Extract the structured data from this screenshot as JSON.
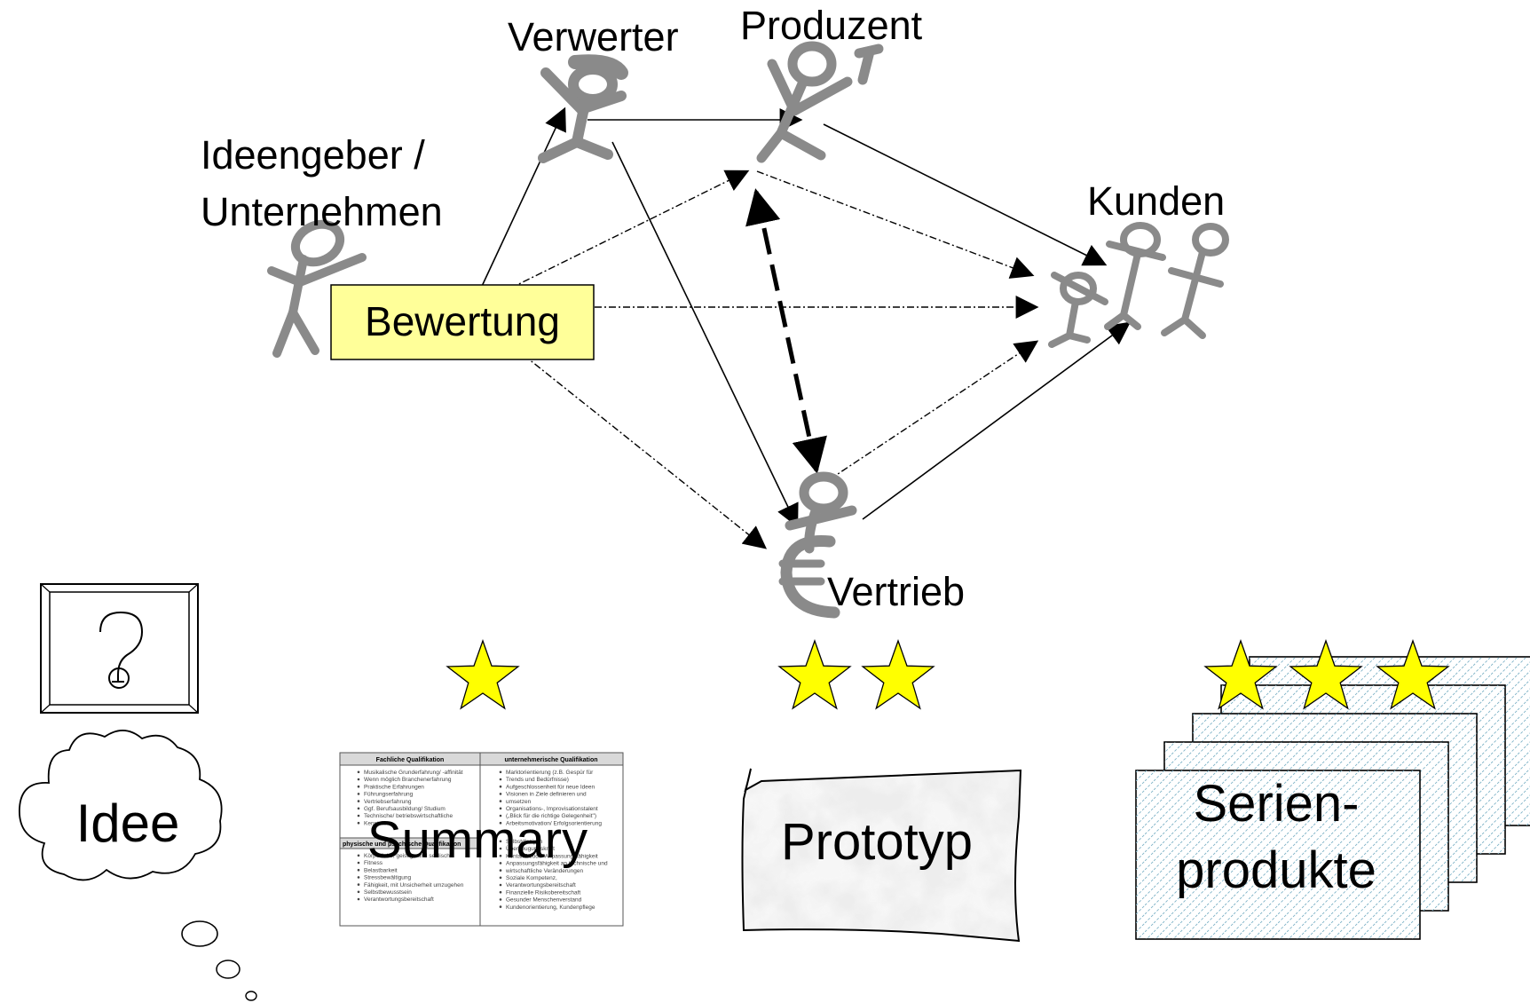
{
  "actors": {
    "ideengeber_line1": "Ideengeber /",
    "ideengeber_line2": "Unternehmen",
    "verwerter": "Verwerter",
    "produzent": "Produzent",
    "kunden": "Kunden",
    "vertrieb": "Vertrieb"
  },
  "center_box": {
    "label": "Bewertung",
    "color": "#ffff99"
  },
  "stages": [
    {
      "label": "Idee",
      "stars": 0
    },
    {
      "label": "Summary",
      "stars": 1
    },
    {
      "label": "Prototyp",
      "stars": 2
    },
    {
      "label_line1": "Serien-",
      "label_line2": "produkte",
      "stars": 3
    }
  ],
  "star_color": "#ffff00",
  "summary_doc": {
    "col1_header": "Fachliche Qualifikation",
    "col2_header": "unternehmerische Qualifikation",
    "col1_items": [
      "Musikalische Grunderfahrung/ -affinität",
      "Wenn möglich Branchenerfahrung",
      "Praktische Erfahrungen",
      "Führungserfahrung",
      "Vertriebserfahrung",
      "Ggf. Berufsausbildung/ Studium",
      "Technische/ betriebswirtschaftliche",
      "Kenntnisse"
    ],
    "col2_items": [
      "Marktorientierung (z.B. Gespür für",
      "Trends und Bedürfnisse)",
      "Aufgeschlossenheit für neue Ideen",
      "Visionen in Ziele definieren und",
      "umsetzen",
      "Organisations-, Improvisationstalent",
      "(„Blick für die richtige Gelegenheit\")",
      "Arbeitsmotivation/ Erfolgsorientierung"
    ],
    "col1_header2": "physische und psychische Qualifikation",
    "col1_items2": [
      "Körperliche, geistige und seelische",
      "Fitness",
      "Belastbarkeit",
      "Stressbewältigung",
      "Fähigkeit, mit Unsicherheit umzugehen",
      "Selbstbewusstsein",
      "Verantwortungsbereitschaft"
    ],
    "col2_items2": [
      "Selbstdisziplin",
      "Überzeugungskraft",
      "Kontaktfreude/ Anpassungsfähigkeit",
      "Anpassungsfähigkeit an technische und",
      "wirtschaftliche Veränderungen",
      "Soziale Kompetenz,",
      "Verantwortungsbereitschaft",
      "Finanzielle Risikobereitschaft",
      "Gesunder Menschenverstand",
      "Kundenorientierung, Kundenpflege"
    ]
  }
}
